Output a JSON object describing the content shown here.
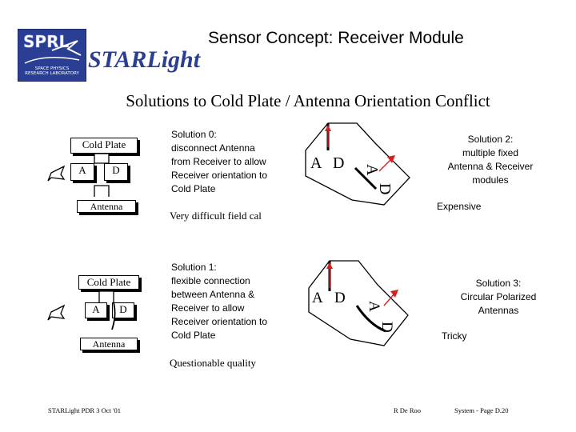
{
  "header": {
    "title": "Sensor Concept:  Receiver Module",
    "logo_text": "STARLight",
    "logo_letters": "SPRL",
    "logo_caption": [
      "SPACE PHYSICS",
      "RESEARCH LABORATORY"
    ]
  },
  "subtitle": "Solutions to Cold Plate / Antenna Orientation Conflict",
  "diagram_top": {
    "cold_plate_label": "Cold Plate",
    "antenna_label": "Antenna",
    "a_label": "A",
    "d_label": "D"
  },
  "diagram_bottom": {
    "cold_plate_label": "Cold Plate",
    "antenna_label": "Antenna",
    "a_label": "A",
    "d_label": "D"
  },
  "solution0": {
    "lines": [
      "Solution 0:",
      "disconnect Antenna",
      "from Receiver to allow",
      "Receiver orientation to",
      "Cold Plate"
    ],
    "note": "Very difficult field cal"
  },
  "solution1": {
    "lines": [
      "Solution 1:",
      "flexible connection",
      "between Antenna &",
      "Receiver to allow",
      "Receiver orientation to",
      "Cold Plate"
    ],
    "note": "Questionable quality"
  },
  "solution2": {
    "lines": [
      "Solution 2:",
      "multiple fixed",
      "Antenna & Receiver",
      "modules"
    ],
    "note": "Expensive"
  },
  "solution3": {
    "lines": [
      "Solution 3:",
      "Circular Polarized",
      "Antennas"
    ],
    "note": "Tricky"
  },
  "hex_top": {
    "a_label": "A",
    "d_label": "D",
    "a_rot_label": "A",
    "d_rot_label": "D"
  },
  "hex_bottom": {
    "a_label": "A",
    "d_label": "D",
    "a_rot_label": "A",
    "d_rot_label": "D"
  },
  "footer": {
    "left": "STARLight PDR  3  Oct  '01",
    "center": "R De Roo",
    "right": "System - Page D.20"
  },
  "colors": {
    "brand_blue": "#2a3f94",
    "arrow_red": "#d62020"
  }
}
